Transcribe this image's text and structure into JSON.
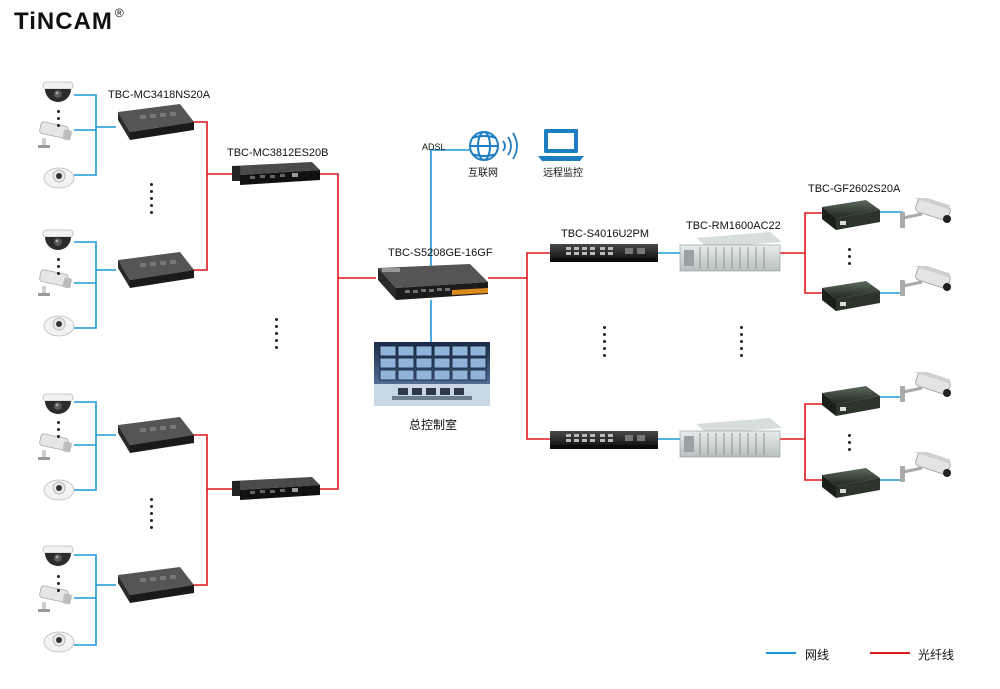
{
  "brand": {
    "name": "TiNCAM",
    "registered_mark": "®"
  },
  "devices": {
    "media_converter_access": "TBC-MC3418NS20A",
    "media_converter_aggregation": "TBC-MC3812ES20B",
    "core_switch": "TBC-S5208GE-16GF",
    "poe_switch": "TBC-S4016U2PM",
    "rack_chassis": "TBC-RM1600AC22",
    "remote_converter": "TBC-GF2602S20A"
  },
  "nodes": {
    "adsl": "ADSL",
    "internet": "互联网",
    "remote_monitor": "远程监控",
    "control_room": "总控制室"
  },
  "legend": {
    "network_cable": {
      "label": "网线",
      "color": "#1a98d5"
    },
    "fiber_cable": {
      "label": "光纤线",
      "color": "#e0161b"
    }
  },
  "icons": [
    "dome-camera-icon",
    "bullet-camera-icon",
    "globe-icon",
    "wifi-signal-icon",
    "laptop-icon",
    "video-wall-icon"
  ]
}
